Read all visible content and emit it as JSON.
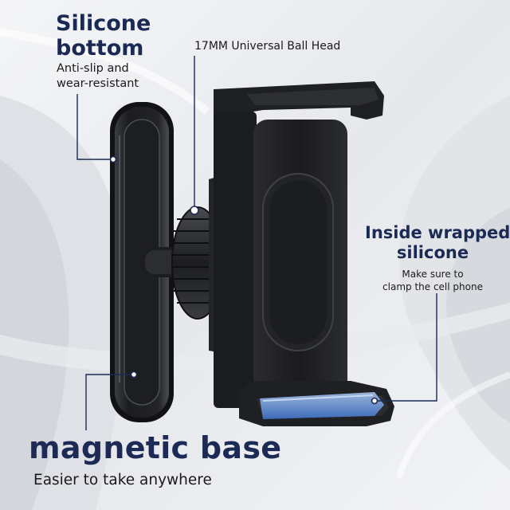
{
  "callouts": {
    "silicone_bottom": {
      "title_line1": "Silicone",
      "title_line2": "bottom",
      "sub_line1": "Anti-slip and",
      "sub_line2": "wear-resistant"
    },
    "ball_head": {
      "label": "17MM Universal Ball Head"
    },
    "inside_wrapped": {
      "title_line1": "Inside wrapped",
      "title_line2": "silicone",
      "sub_line1": "Make sure to",
      "sub_line2": "clamp the cell phone"
    }
  },
  "magnetic_base": {
    "title": "magnetic base",
    "subtitle": "Easier to take anywhere"
  },
  "colors": {
    "heading_navy": "#1a2a55",
    "product_black": "#1e1f22",
    "silicone_blue": "#4a7fd0",
    "background": "#eef0f3"
  }
}
